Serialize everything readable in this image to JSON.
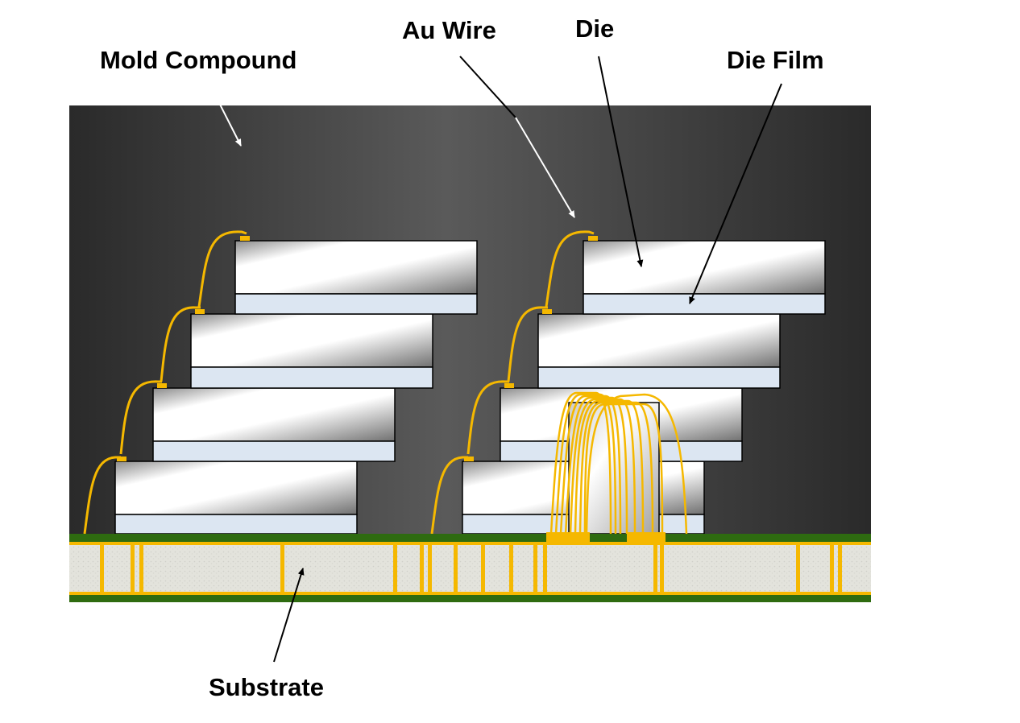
{
  "labels": {
    "mold_compound": "Mold Compound",
    "au_wire": "Au Wire",
    "die": "Die",
    "die_film": "Die Film",
    "substrate": "Substrate"
  },
  "colors": {
    "mold_dark": "#2a2a2a",
    "mold_light": "#5a5a5a",
    "die_light": "#ffffff",
    "die_dark": "#808080",
    "die_film": "#dce6f2",
    "wire": "#f5b800",
    "substrate_green": "#2e6b10",
    "substrate_core": "#e2e2dc"
  }
}
